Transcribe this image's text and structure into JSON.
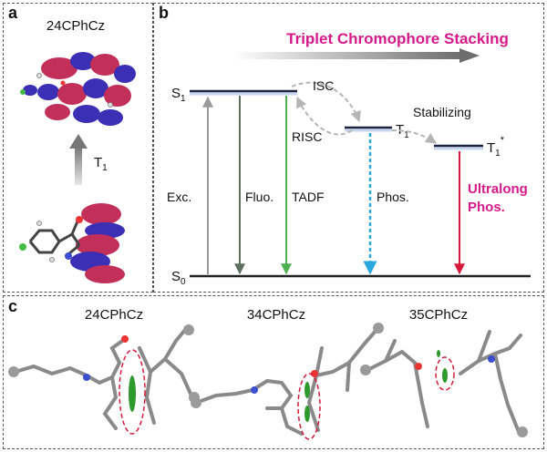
{
  "panel_a": {
    "label": "a",
    "molecule": "24CPhCz",
    "transition_label": "T",
    "transition_sub": "1"
  },
  "panel_b": {
    "label": "b",
    "banner": "Triplet Chromophore Stacking",
    "s1": "S",
    "s1_sub": "1",
    "s0": "S",
    "s0_sub": "0",
    "t1": "T",
    "t1_sub": "1",
    "t1star": "T",
    "t1star_sub": "1",
    "t1star_sup": "*",
    "isc": "ISC",
    "risc": "RISC",
    "stabilizing": "Stabilizing",
    "exc": "Exc.",
    "fluo": "Fluo.",
    "tadf": "TADF",
    "phos": "Phos.",
    "ultralong_1": "Ultralong",
    "ultralong_2": "Phos."
  },
  "panel_c": {
    "label": "c",
    "molecules": [
      "24CPhCz",
      "34CPhCz",
      "35CPhCz"
    ]
  },
  "colors": {
    "magenta": "#d6198a",
    "lobe_red": "#c2305a",
    "lobe_blue": "#3b2fb5",
    "exc_gray": "#9a9a9a",
    "fluo_dark": "#607060",
    "tadf_green": "#4caf50",
    "phos_blue": "#29a8e0",
    "ultra_red": "#d81b3a"
  }
}
